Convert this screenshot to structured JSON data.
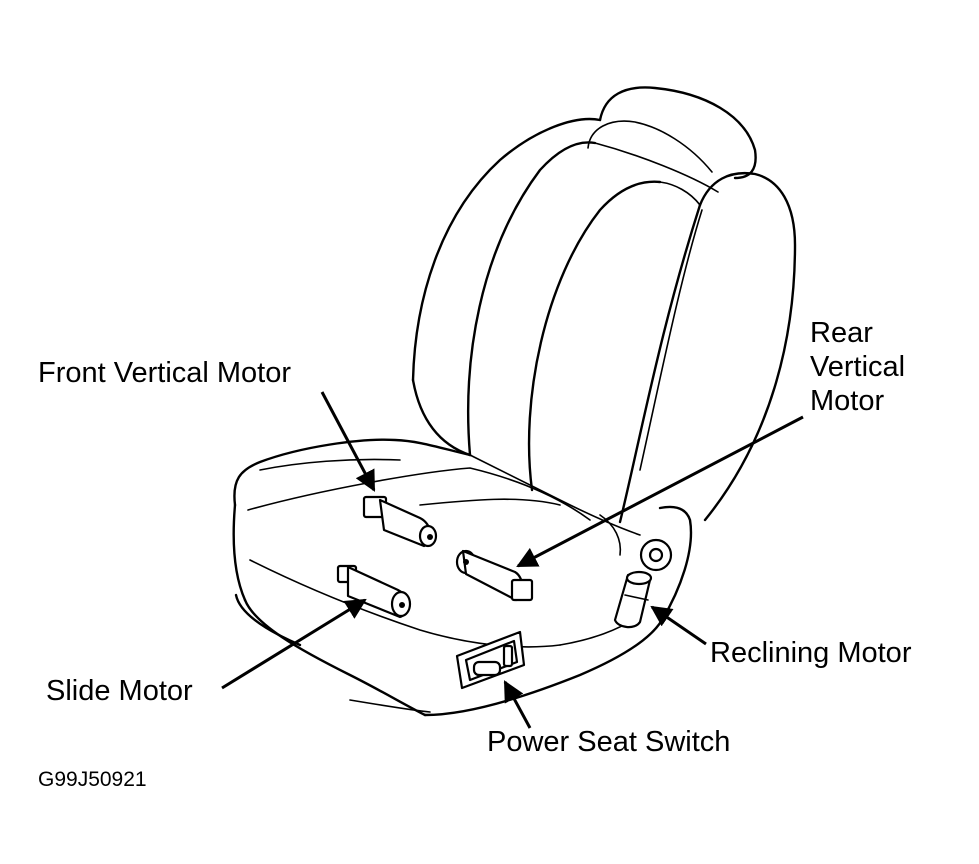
{
  "labels": {
    "front_vertical_motor": "Front Vertical Motor",
    "rear_vertical_motor": [
      "Rear",
      "Vertical",
      "Motor"
    ],
    "slide_motor": "Slide Motor",
    "reclining_motor": "Reclining Motor",
    "power_seat_switch": "Power Seat Switch",
    "figure_code": "G99J50921"
  },
  "colors": {
    "ink": "#000000",
    "paper": "#ffffff"
  }
}
